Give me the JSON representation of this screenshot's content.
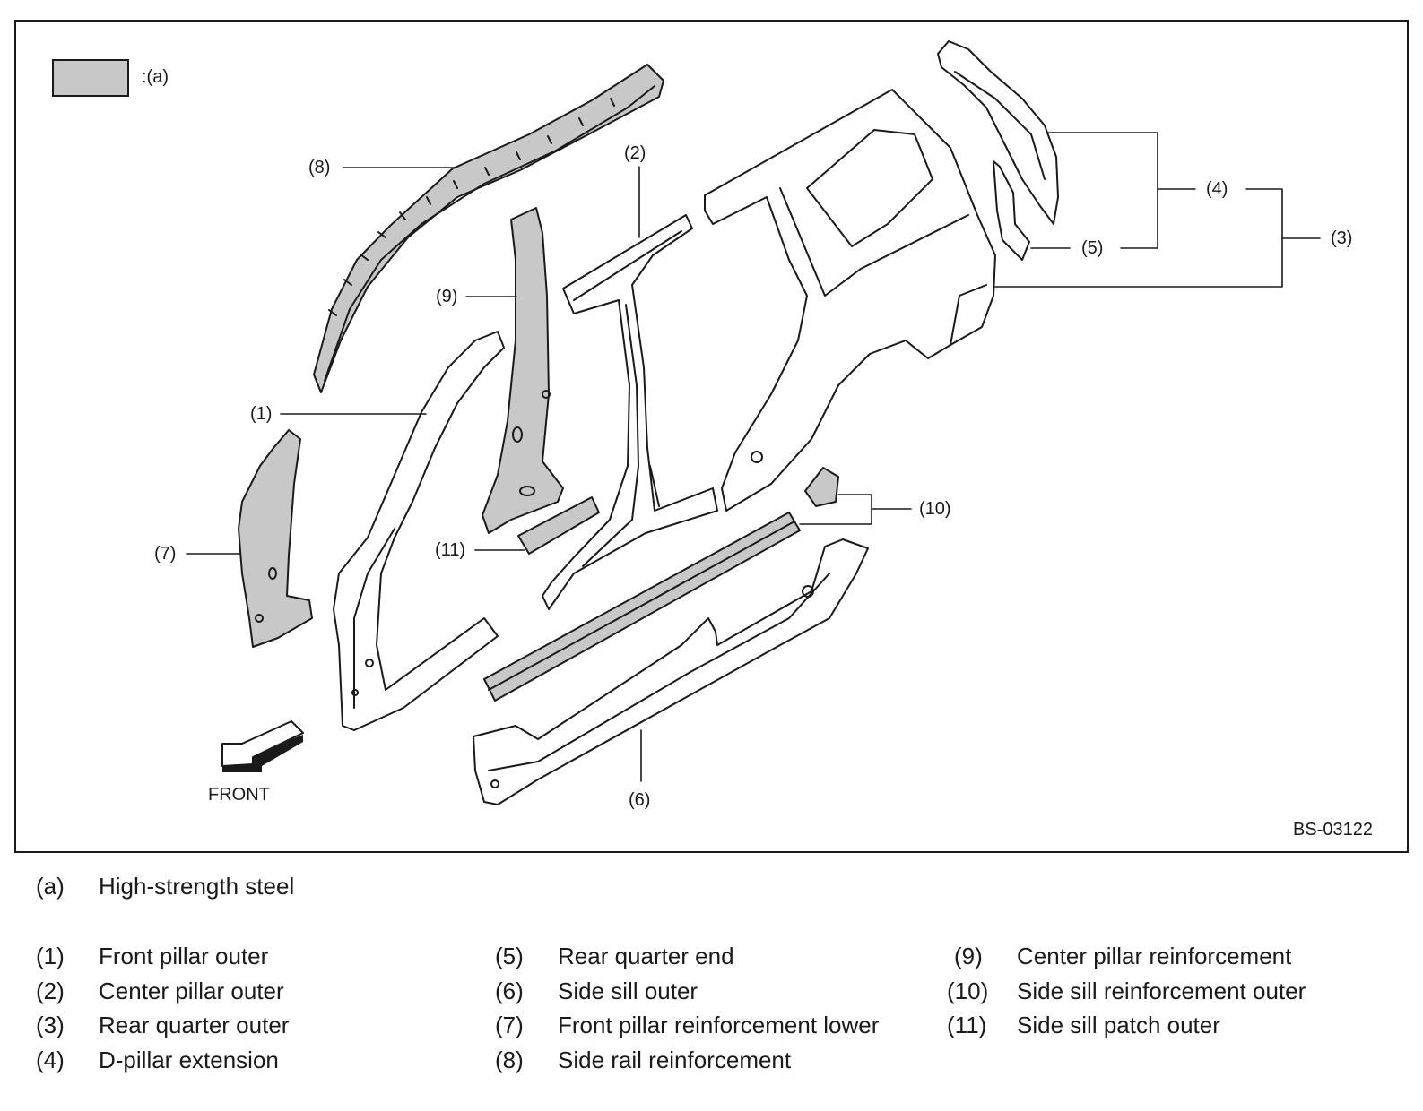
{
  "legend": {
    "swatch_label": ":(a)",
    "fill_color": "#c8c8c8"
  },
  "callouts": {
    "c1": "(1)",
    "c2": "(2)",
    "c3": "(3)",
    "c4": "(4)",
    "c5": "(5)",
    "c6": "(6)",
    "c7": "(7)",
    "c8": "(8)",
    "c9": "(9)",
    "c10": "(10)",
    "c11": "(11)"
  },
  "front_label": "FRONT",
  "figure_id": "BS-03122",
  "key": {
    "a": {
      "code": "(a)",
      "text": "High-strength steel"
    },
    "items": [
      {
        "code": "(1)",
        "text": "Front pillar outer"
      },
      {
        "code": "(2)",
        "text": "Center pillar outer"
      },
      {
        "code": "(3)",
        "text": "Rear quarter outer"
      },
      {
        "code": "(4)",
        "text": "D-pillar extension"
      },
      {
        "code": "(5)",
        "text": "Rear quarter end"
      },
      {
        "code": "(6)",
        "text": "Side sill outer"
      },
      {
        "code": "(7)",
        "text": "Front pillar reinforcement lower"
      },
      {
        "code": "(8)",
        "text": "Side rail reinforcement"
      },
      {
        "code": "(9)",
        "text": "Center pillar reinforcement"
      },
      {
        "code": "(10)",
        "text": "Side sill reinforcement outer"
      },
      {
        "code": "(11)",
        "text": "Side sill patch outer"
      }
    ]
  }
}
